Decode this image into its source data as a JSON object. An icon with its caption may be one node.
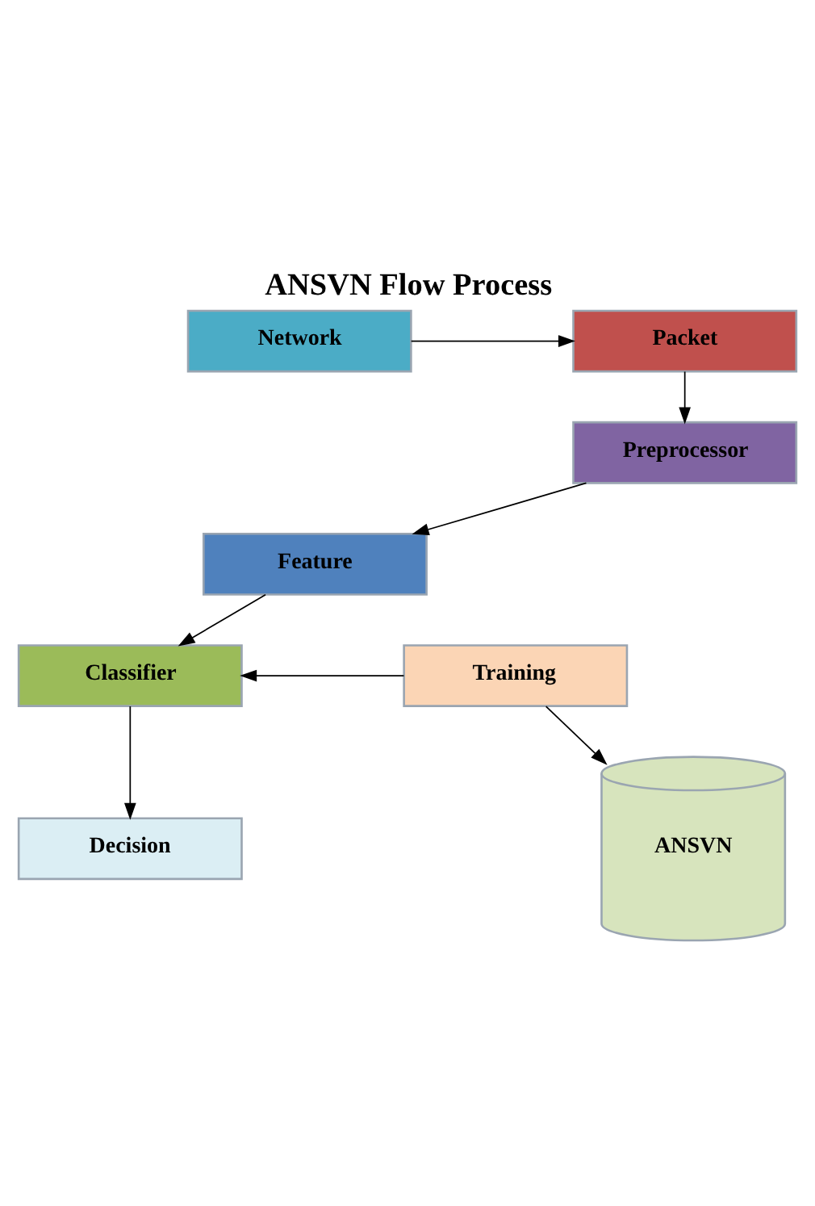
{
  "diagram": {
    "title": "ANSVN Flow Process",
    "nodes": [
      {
        "text": [
          "Network"
        ]
      },
      {
        "text": [
          "Packet"
        ]
      },
      {
        "text": [
          "Preprocessor"
        ]
      },
      {
        "text": [
          "Feature"
        ]
      },
      {
        "text": [
          "Training"
        ]
      },
      {
        "text": [
          "Classifier"
        ]
      },
      {
        "text": [
          "ANSVN"
        ]
      },
      {
        "text": [
          "Decision"
        ]
      }
    ],
    "edges": [
      {
        "from": 0,
        "to": 1,
        "arrow": "to"
      },
      {
        "from": 1,
        "to": 2,
        "arrow": "to"
      },
      {
        "from": 2,
        "to": 3,
        "arrow": "to"
      },
      {
        "from": 3,
        "to": 5,
        "arrow": "to"
      },
      {
        "from": 4,
        "to": 5,
        "arrow": "to"
      },
      {
        "from": 4,
        "to": 6,
        "arrow": "to"
      },
      {
        "from": 5,
        "to": 7,
        "arrow": "to"
      }
    ]
  }
}
